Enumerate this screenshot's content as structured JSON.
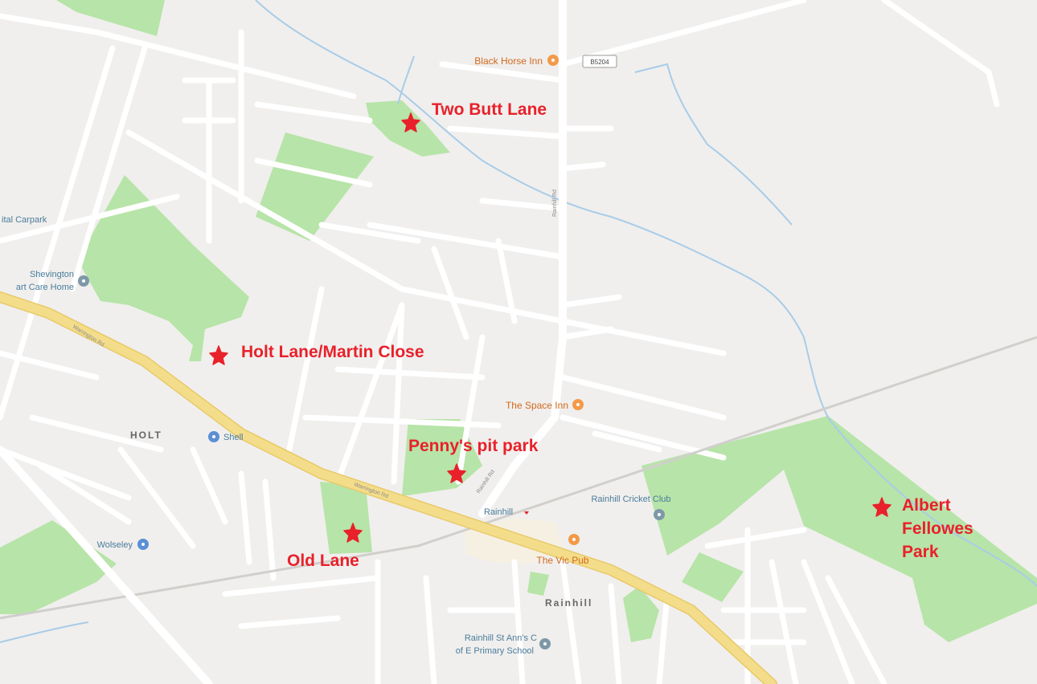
{
  "colors": {
    "land": "#f0efed",
    "park": "#b7e4a8",
    "road": "#ffffff",
    "main_road": "#f4dd8a",
    "main_road_edge": "#e8c96a",
    "water": "#a8cce8",
    "marker": "#e8212b",
    "poi_text": "#d2691e",
    "poi_blue": "#4a7c9c",
    "built_area": "#f5f0e2"
  },
  "annotations": [
    {
      "id": "two-butt-lane",
      "label": "Two Butt Lane"
    },
    {
      "id": "holt-lane",
      "label": "Holt Lane/Martin Close"
    },
    {
      "id": "pennys-pit-park",
      "label": "Penny's pit park"
    },
    {
      "id": "old-lane",
      "label": "Old Lane"
    },
    {
      "id": "albert-fellowes-park",
      "lines": [
        "Albert",
        "Fellowes",
        "Park"
      ]
    }
  ],
  "pois": {
    "black_horse": "Black Horse Inn",
    "space_inn": "The Space Inn",
    "vic_pub": "The Vic Pub",
    "shell": "Shell",
    "wolseley": "Wolseley",
    "cricket_club": "Rainhill Cricket Club",
    "school_line1": "Rainhill St Ann's C",
    "school_line2": "of E Primary School",
    "care_line1": "Shevington",
    "care_line2": "art Care Home",
    "carpark": "ital Carpark",
    "rainhill_station": "Rainhill"
  },
  "areas": {
    "holt": "HOLT",
    "rainhill": "Rainhill"
  },
  "roads": {
    "shield": "B5204",
    "warrington1": "Warrington Rd",
    "warrington2": "Warrington Rd",
    "rainhill_rd1": "Rainhill Rd",
    "rainhill_rd2": "Rainhill Rd"
  },
  "icons": {
    "marker": "star-marker-icon",
    "poi_food": "food-pin-icon",
    "poi_blue": "blue-pin-icon"
  }
}
